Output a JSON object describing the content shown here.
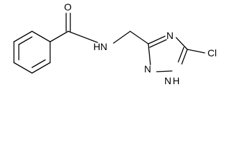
{
  "molecule": {
    "atoms": {
      "oxygen": "O",
      "amide_nitrogen": "N",
      "amide_hydrogen": "H",
      "triazole_n4": "N",
      "triazole_n2": "N",
      "triazole_n1h": "N",
      "triazole_h": "H",
      "chlorine": "Cl"
    }
  }
}
